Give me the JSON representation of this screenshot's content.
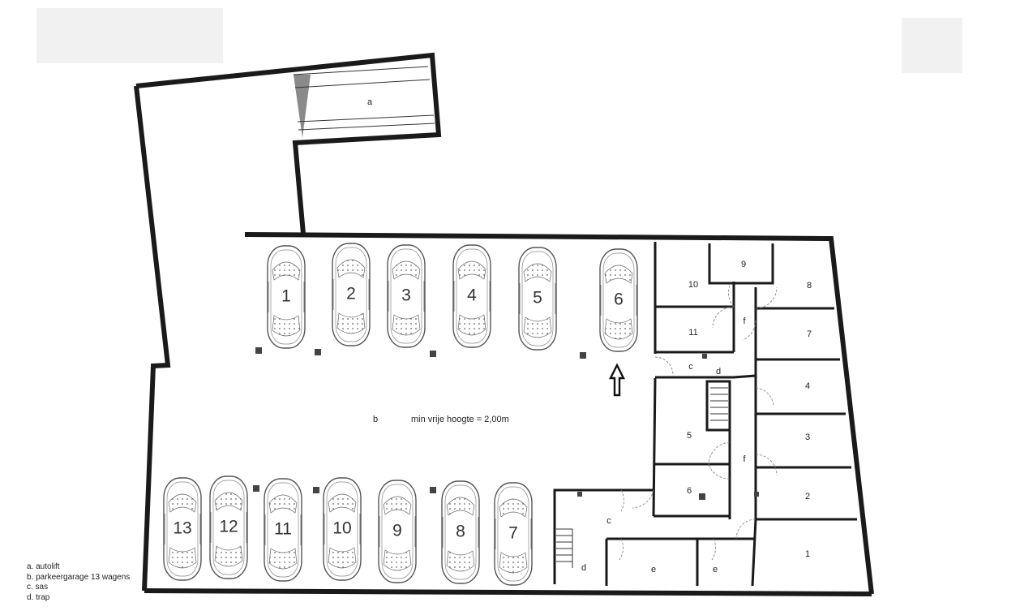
{
  "plan": {
    "zone_a": "a",
    "zone_b": "b",
    "clearance_note": "min vrije hoogte = 2,00m",
    "room_c_upper": "c",
    "room_d_upper": "d",
    "room_c_lower": "c",
    "room_d_lower": "d",
    "room_f_upper": "f",
    "room_f_lower": "f",
    "room_e_left": "e",
    "room_e_right": "e"
  },
  "parking_spaces": {
    "top_row": [
      "1",
      "2",
      "3",
      "4",
      "5",
      "6"
    ],
    "bottom_row": [
      "13",
      "12",
      "11",
      "10",
      "9",
      "8",
      "7"
    ]
  },
  "storage_rooms": [
    "1",
    "2",
    "3",
    "4",
    "5",
    "6",
    "7",
    "8",
    "9",
    "10",
    "11"
  ],
  "legend": [
    "a. autolift",
    "b. parkeergarage 13 wagens",
    "c. sas",
    "d. trap"
  ],
  "colors": {
    "wall": "#1a1a1a",
    "hatch_fill": "#e2e2e2",
    "car_outline": "#555555",
    "door_swing": "#777777"
  },
  "icons": {
    "entrance_arrow": "arrow-up-icon"
  }
}
